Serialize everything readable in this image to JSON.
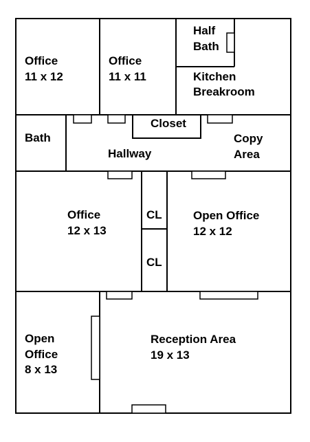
{
  "rooms": {
    "office_a": {
      "name": "Office",
      "size": "11 x 12"
    },
    "office_b": {
      "name": "Office",
      "size": "11 x 11"
    },
    "half_bath": {
      "line1": "Half",
      "line2": "Bath"
    },
    "kitchen": {
      "line1": "Kitchen",
      "line2": "Breakroom"
    },
    "bath": {
      "name": "Bath"
    },
    "closet": {
      "name": "Closet"
    },
    "hallway": {
      "name": "Hallway"
    },
    "copy_area": {
      "line1": "Copy",
      "line2": "Area"
    },
    "office_c": {
      "name": "Office",
      "size": "12 x 13"
    },
    "cl_upper": {
      "name": "CL"
    },
    "cl_lower": {
      "name": "CL"
    },
    "open_office_a": {
      "name": "Open Office",
      "size": "12 x 12"
    },
    "open_office_b": {
      "line1": "Open",
      "line2": "Office",
      "size": "8 x 13"
    },
    "reception": {
      "name": "Reception Area",
      "size": "19 x 13"
    }
  }
}
